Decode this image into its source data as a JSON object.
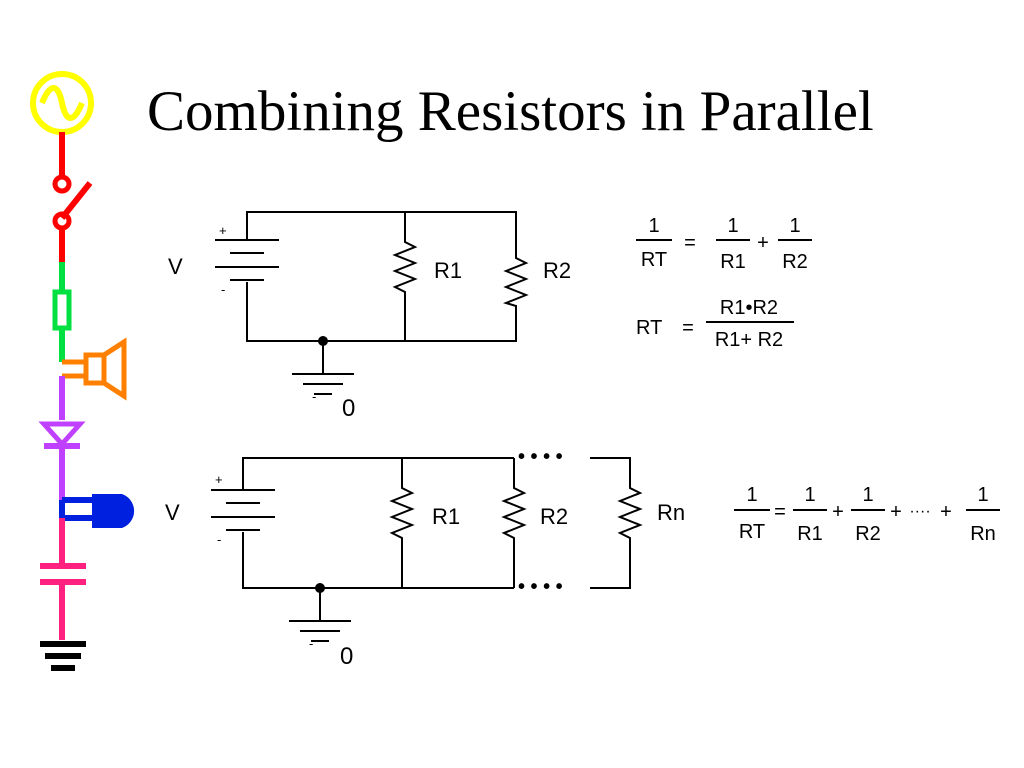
{
  "slide": {
    "title": "Combining Resistors in Parallel"
  },
  "circuit_top": {
    "source": "V",
    "plus": "+",
    "minus": "-",
    "r1": "R1",
    "r2": "R2",
    "ground": "0"
  },
  "circuit_bottom": {
    "source": "V",
    "plus": "+",
    "minus": "-",
    "r1": "R1",
    "r2": "R2",
    "rn": "Rn",
    "ground": "0",
    "dots_top": "• • • •",
    "dots_bottom": "• • • •"
  },
  "formula_top_1": {
    "lhs_num": "1",
    "lhs_den": "RT",
    "eq": "=",
    "t1_num": "1",
    "t1_den": "R1",
    "plus": "+",
    "t2_num": "1",
    "t2_den": "R2"
  },
  "formula_top_2": {
    "lhs": "RT",
    "eq": "=",
    "num": "R1•R2",
    "den": "R1+ R2"
  },
  "formula_bottom": {
    "lhs_num": "1",
    "lhs_den": "RT",
    "eq": "=",
    "t1_num": "1",
    "t1_den": "R1",
    "plus1": "+",
    "t2_num": "1",
    "t2_den": "R2",
    "plus2": "+",
    "dots": "····",
    "plus3": "+",
    "t3_num": "1",
    "t3_den": "Rn"
  },
  "colors": {
    "ac_source": "#ffff00",
    "switch": "#ff0000",
    "fuse": "#00e040",
    "speaker": "#ff8000",
    "diode": "#c040ff",
    "lamp": "#0020e0",
    "capacitor": "#ff2080",
    "ground": "#000000"
  }
}
